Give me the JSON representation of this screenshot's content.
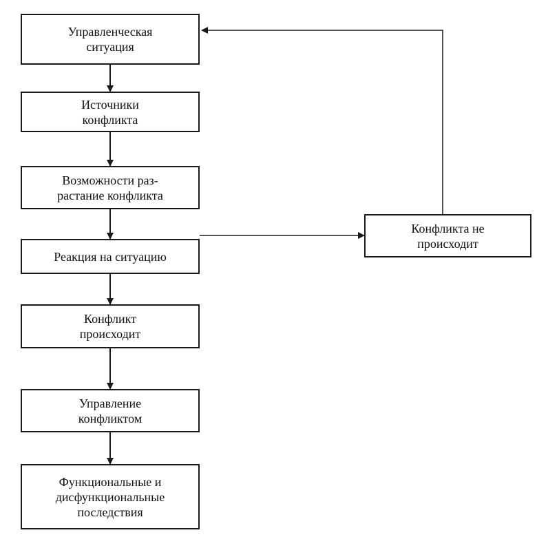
{
  "diagram": {
    "nodes": [
      {
        "id": "n1",
        "label": "Управленческая\nситуация"
      },
      {
        "id": "n2",
        "label": "Источники\nконфликта"
      },
      {
        "id": "n3",
        "label": "Возможности раз-\nрастание конфликта"
      },
      {
        "id": "n4",
        "label": "Реакция на ситуацию"
      },
      {
        "id": "n5",
        "label": "Конфликт\nпроисходит"
      },
      {
        "id": "n6",
        "label": "Управление\nконфликтом"
      },
      {
        "id": "n7",
        "label": "Функциональные и\nдисфункциональные\nпоследствия"
      },
      {
        "id": "n8",
        "label": "Конфликта не\nпроисходит"
      }
    ],
    "edges": [
      {
        "from": "n1",
        "to": "n2"
      },
      {
        "from": "n2",
        "to": "n3"
      },
      {
        "from": "n3",
        "to": "n4"
      },
      {
        "from": "n4",
        "to": "n5"
      },
      {
        "from": "n5",
        "to": "n6"
      },
      {
        "from": "n6",
        "to": "n7"
      },
      {
        "from": "n4",
        "to": "n8"
      },
      {
        "from": "n8",
        "to": "n1"
      }
    ]
  }
}
